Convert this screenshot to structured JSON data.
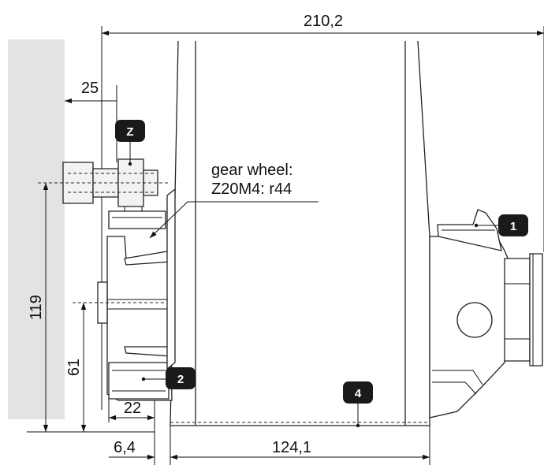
{
  "dimensions": {
    "overall_width": "210,2",
    "offset_top": "25",
    "height_total": "119",
    "height_axis": "61",
    "bottom_left": "22",
    "bottom_offset": "6,4",
    "bottom_width": "124,1"
  },
  "gear_note": {
    "line1": "gear wheel:",
    "line2": "Z20M4: r44"
  },
  "markers": {
    "z": "Z",
    "m1": "1",
    "m2": "2",
    "m4": "4"
  },
  "colors": {
    "wall": "#e3e3e3",
    "marker_bg": "#1a1a1a",
    "line": "#111111"
  }
}
